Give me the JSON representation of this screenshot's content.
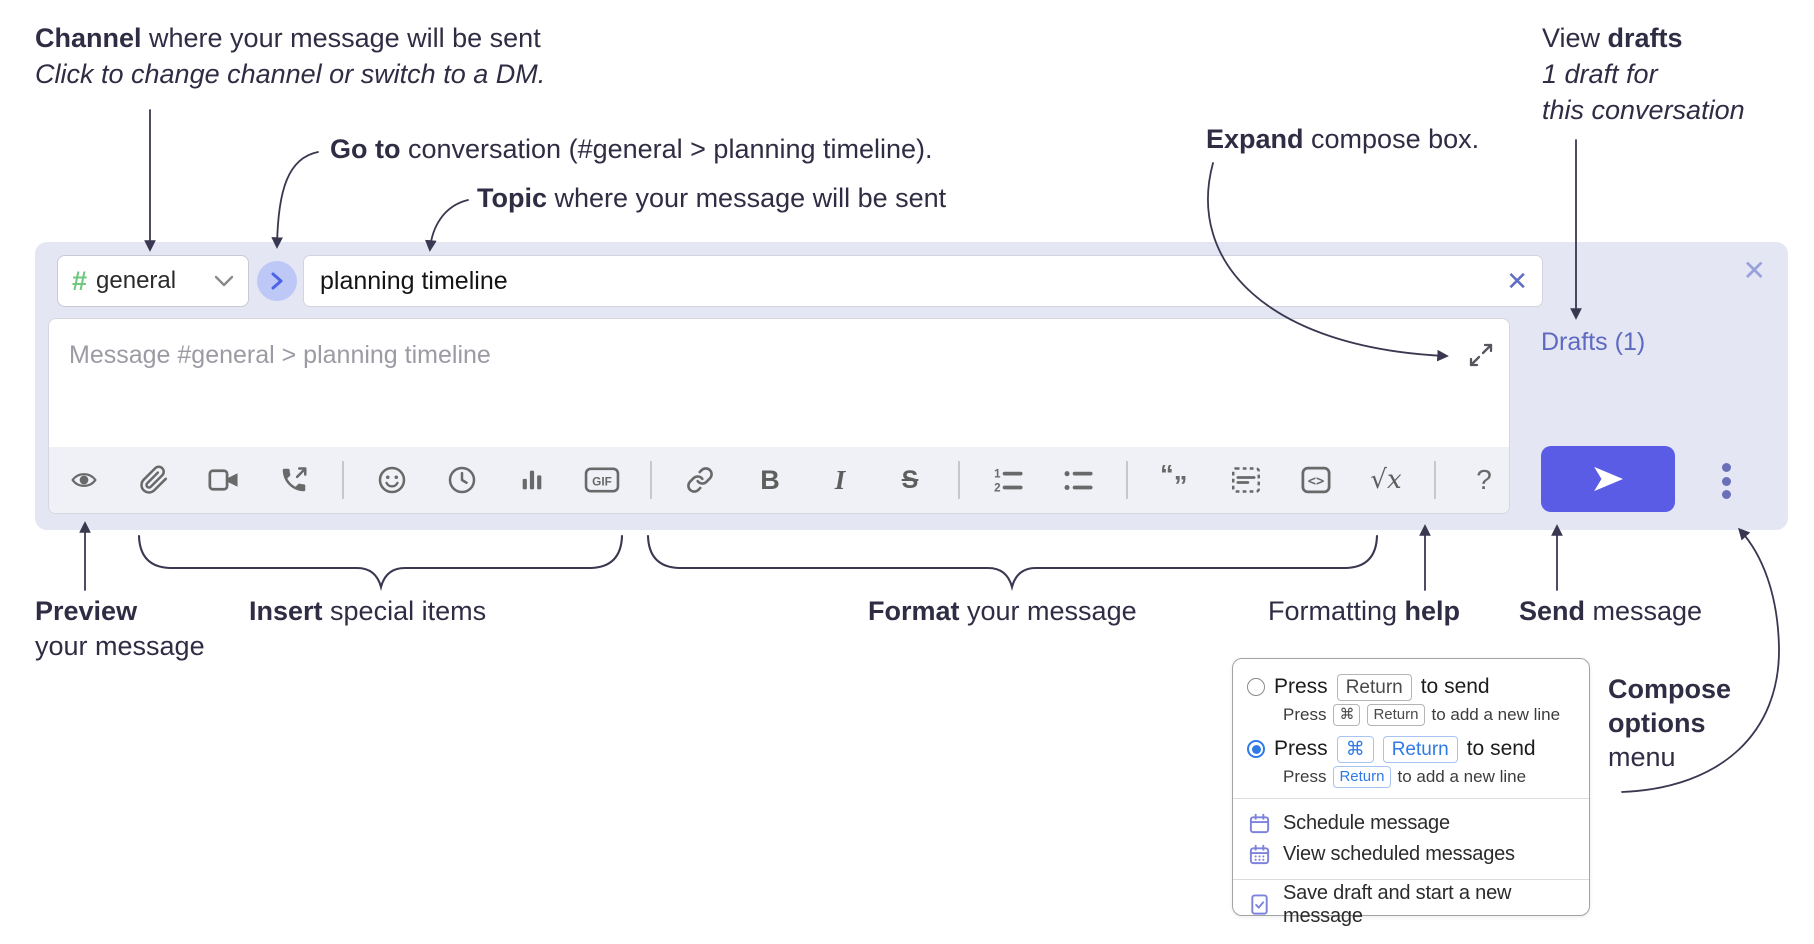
{
  "annotations": {
    "channel": {
      "bold": "Channel",
      "rest": " where your message will be sent",
      "sub": "Click to change channel or switch to a DM."
    },
    "goto": {
      "bold": "Go to",
      "rest": " conversation (#general > planning timeline)."
    },
    "topic": {
      "bold": "Topic",
      "rest": " where your message will be sent"
    },
    "expand": {
      "bold": "Expand",
      "rest": " compose box."
    },
    "drafts": {
      "pre": "View ",
      "bold": "drafts",
      "line2": "1 draft for",
      "line3": "this conversation"
    },
    "preview": {
      "bold": "Preview",
      "line2": "your message"
    },
    "insert": {
      "bold": "Insert",
      "rest": " special items"
    },
    "format": {
      "bold": "Format",
      "rest": " your message"
    },
    "help": {
      "pre": "Formatting ",
      "bold": "help"
    },
    "send": {
      "bold": "Send",
      "rest": " message"
    },
    "compose_options": {
      "bold1": "Compose",
      "bold2": "options",
      "line3": "menu"
    }
  },
  "compose": {
    "channel_hash": "#",
    "channel_name": "general",
    "topic_value": "planning timeline",
    "topic_clear": "✕",
    "close_x": "✕",
    "message_placeholder": "Message #general > planning timeline",
    "drafts_link": "Drafts (1)",
    "toolbar": {
      "gif": "GIF",
      "bold": "B",
      "italic": "I",
      "strike": "S",
      "code": "<>",
      "math": "√x",
      "help": "?",
      "quote_open": "“",
      "quote_close": "”",
      "ol_1": "1",
      "ol_2": "2",
      "icon_names": [
        "preview-eye",
        "attach-paperclip",
        "video-call",
        "voice-call",
        "emoji",
        "schedule-clock",
        "poll-chart",
        "gif",
        "link",
        "bold",
        "italic",
        "strikethrough",
        "numbered-list",
        "bulleted-list",
        "quote",
        "spoiler",
        "code",
        "math",
        "formatting-help"
      ]
    }
  },
  "menu": {
    "option1": {
      "pre": "Press",
      "kbd": "Return",
      "post": "to send",
      "sub_pre": "Press",
      "sub_kbd1": "⌘",
      "sub_kbd2": "Return",
      "sub_post": "to add a new line"
    },
    "option2": {
      "pre": "Press",
      "kbd1": "⌘",
      "kbd2": "Return",
      "post": "to send",
      "sub_pre": "Press",
      "sub_kbd": "Return",
      "sub_post": "to add a new line"
    },
    "items": [
      {
        "label": "Schedule message",
        "icon": "calendar-icon"
      },
      {
        "label": "View scheduled messages",
        "icon": "calendar-dots-icon"
      },
      {
        "label": "Save draft and start a new message",
        "icon": "document-check-icon"
      }
    ]
  },
  "colors": {
    "compose_bg": "#e4e6f3",
    "toolbar_bg": "#f0f1f7",
    "hash_green": "#6ec87d",
    "goto_circle": "#bdc8f7",
    "goto_chevron": "#4c63ea",
    "send_button": "#5b5ce6",
    "drafts_link": "#5e6ac2",
    "dots_purple": "#6a6fb9",
    "radio_selected": "#2f7ae5",
    "menu_icon_purple": "#7d82dd",
    "annotation_ink": "#2f2d44"
  }
}
